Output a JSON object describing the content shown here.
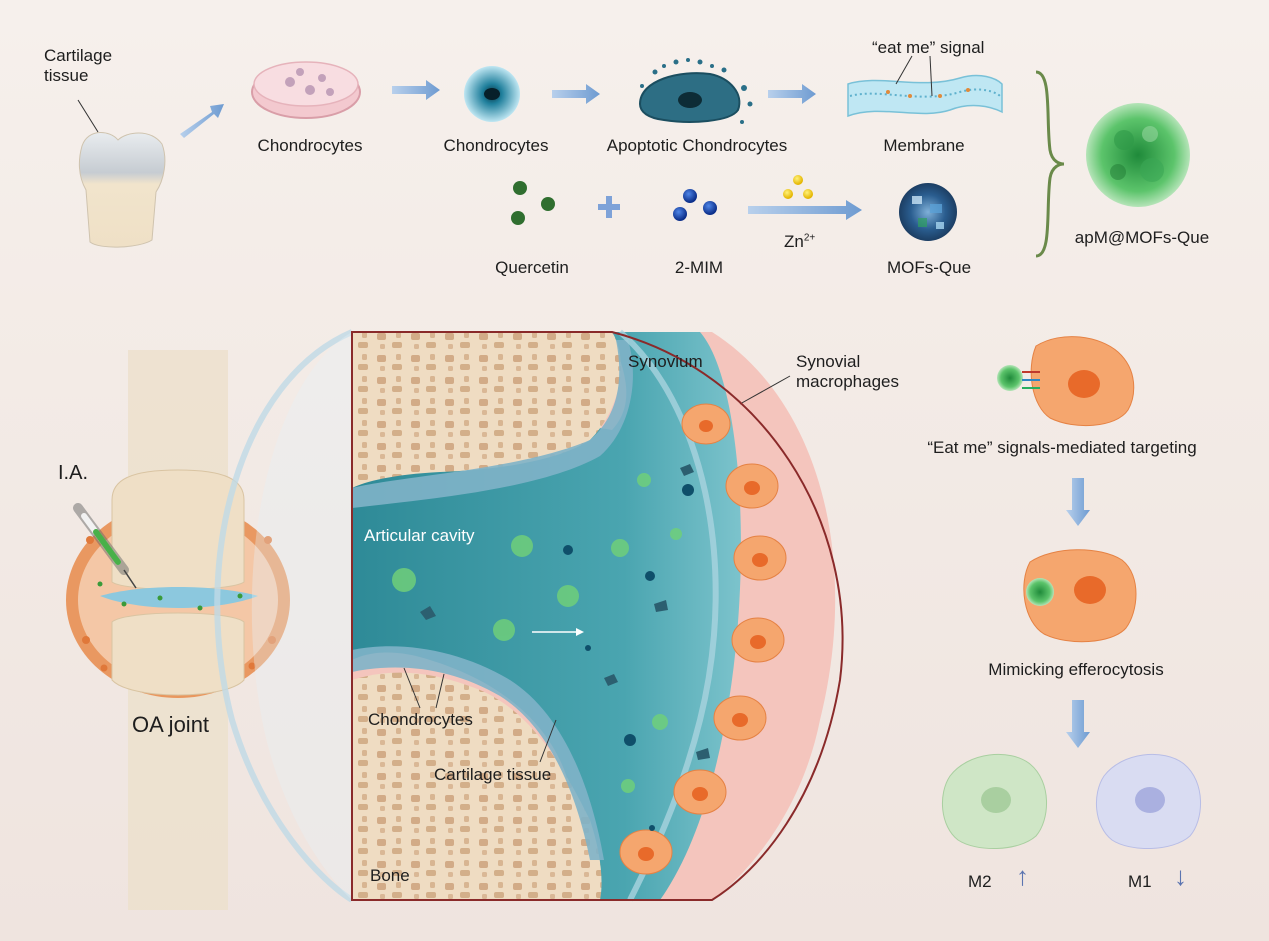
{
  "top": {
    "cartilage_tissue_label": "Cartilage\ntissue",
    "chondrocytes_dish_label": "Chondrocytes",
    "chondrocytes_cell_label": "Chondrocytes",
    "apoptotic_label": "Apoptotic Chondrocytes",
    "eat_me_signal_label": "“eat me” signal",
    "membrane_label": "Membrane",
    "quercetin_label": "Quercetin",
    "mim_label": "2-MIM",
    "zn_label": "Zn",
    "zn_charge": "2+",
    "mofs_que_label": "MOFs-Que",
    "apm_label": "apM@MOFs-Que"
  },
  "joint": {
    "ia_label": "I.A.",
    "oa_joint_label": "OA joint"
  },
  "cavity": {
    "synovium_label": "Synovium",
    "synovial_macrophages_label": "Synovial\nmacrophages",
    "articular_cavity_label": "Articular cavity",
    "chondrocytes_label": "Chondrocytes",
    "cartilage_tissue_label": "Cartilage tissue",
    "bone_label": "Bone"
  },
  "right": {
    "targeting_label": "“Eat me” signals-mediated targeting",
    "efferocytosis_label": "Mimicking efferocytosis",
    "m2_label": "M2",
    "m2_arrow": "↑",
    "m1_label": "M1",
    "m1_arrow": "↓"
  },
  "colors": {
    "arrow_blue": "#7fa6d6",
    "cavity_teal": "#3f98a6",
    "synovium_pink": "#f2b8b2",
    "macrophage_orange": "#f5a66e",
    "m2_green": "#cfe6c6",
    "m1_lavender": "#d9dcf2",
    "bone_tan": "#efd8bd"
  }
}
